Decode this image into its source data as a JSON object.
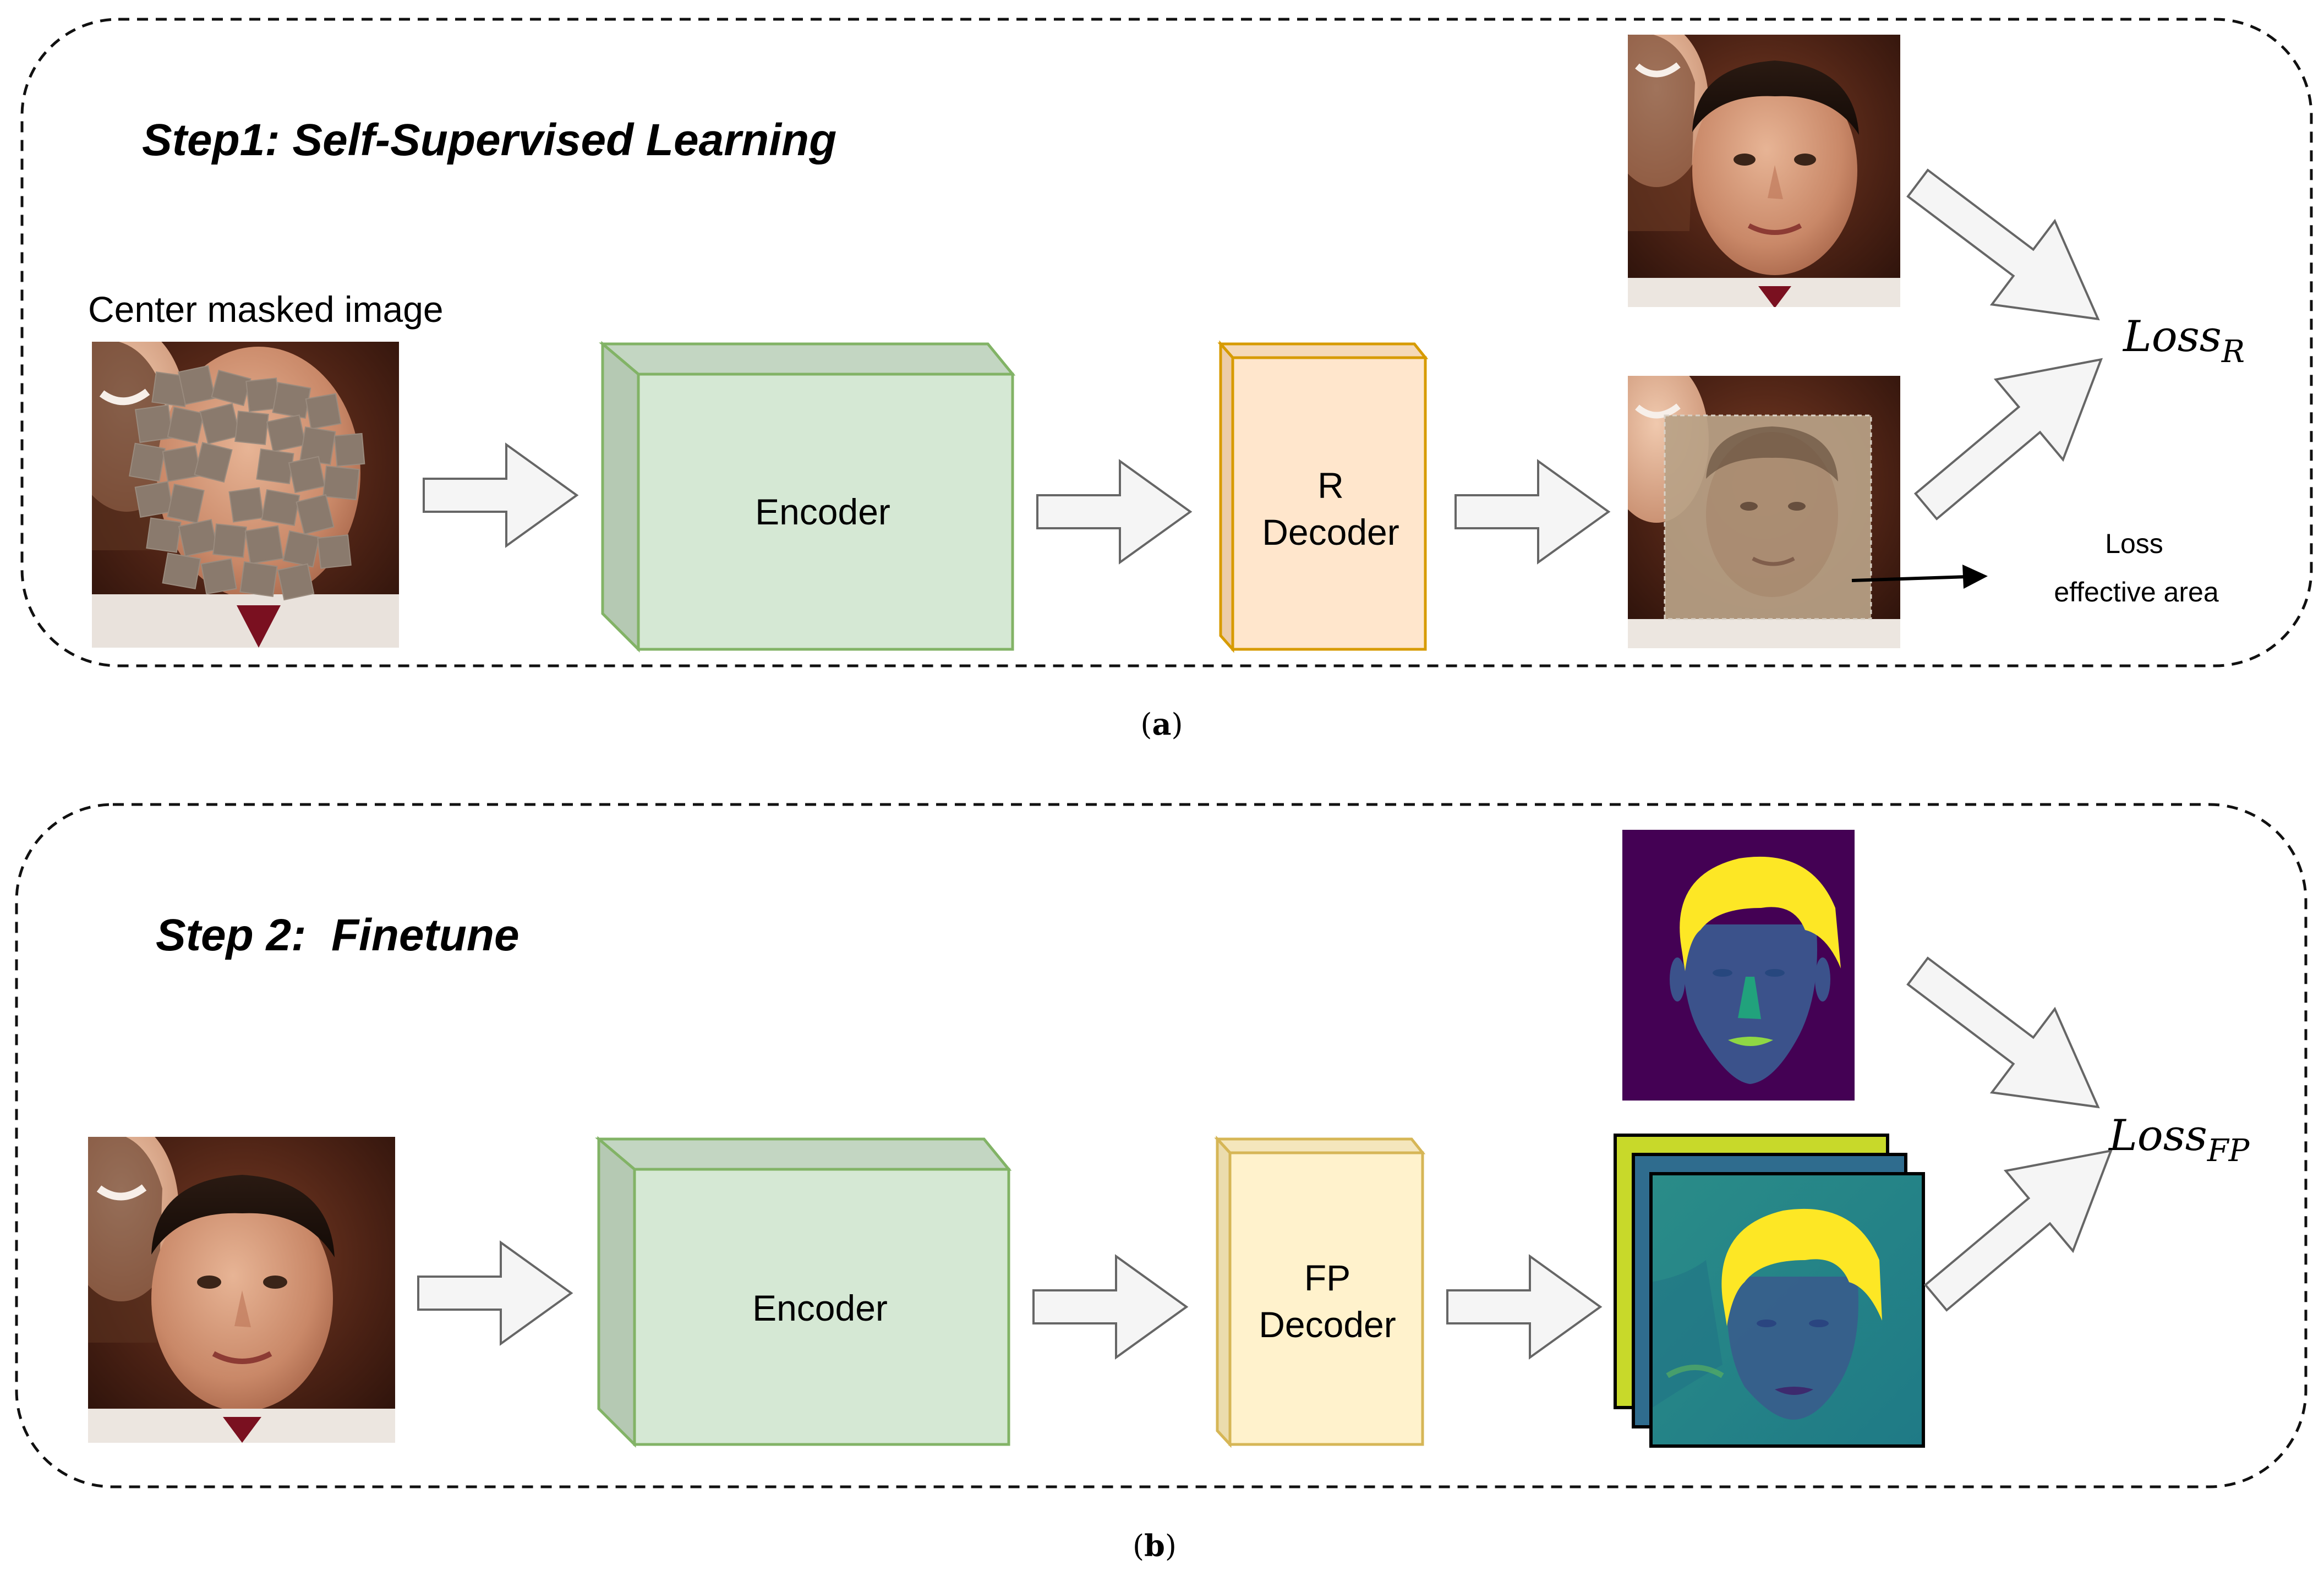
{
  "panel_a": {
    "title": "Step1: Self-Supervised Learning",
    "input_label": "Center masked image",
    "encoder_label": "Encoder",
    "decoder_label_line1": "R",
    "decoder_label_line2": "Decoder",
    "loss_main": "Loss",
    "loss_sub": "R",
    "loss_area_line1": "Loss",
    "loss_area_line2": "effective area",
    "caption_prefix": "(",
    "caption_letter": "a",
    "caption_suffix": ")"
  },
  "panel_b": {
    "title": "Step 2:  Finetune",
    "encoder_label": "Encoder",
    "decoder_label_line1": "FP",
    "decoder_label_line2": "Decoder",
    "loss_main": "Loss",
    "loss_sub": "FP",
    "caption_prefix": "(",
    "caption_letter": "b",
    "caption_suffix": ")"
  },
  "colors": {
    "encoder_fill": "#d5e8d4",
    "encoder_stroke": "#82b366",
    "r_decoder_fill": "#ffe6cc",
    "r_decoder_stroke": "#d79b00",
    "fp_decoder_fill": "#fff2cc",
    "fp_decoder_stroke": "#d6b656",
    "arrow_fill": "#f5f5f5",
    "arrow_stroke": "#666666",
    "seg_background": "#440154",
    "seg_face": "#3b528b",
    "seg_hair": "#fde725",
    "seg_features": "#5ec962",
    "map_green": "#c1d72e",
    "map_blue": "#2f6c8e",
    "map_teal": "#21908d"
  },
  "icons": {
    "masked_face_image": "face-photo-masked",
    "face_image": "face-photo",
    "segmentation_map": "face-parsing-map",
    "feature_maps": "stacked-feature-maps",
    "hollow_arrow": "hollow-right-arrow"
  }
}
